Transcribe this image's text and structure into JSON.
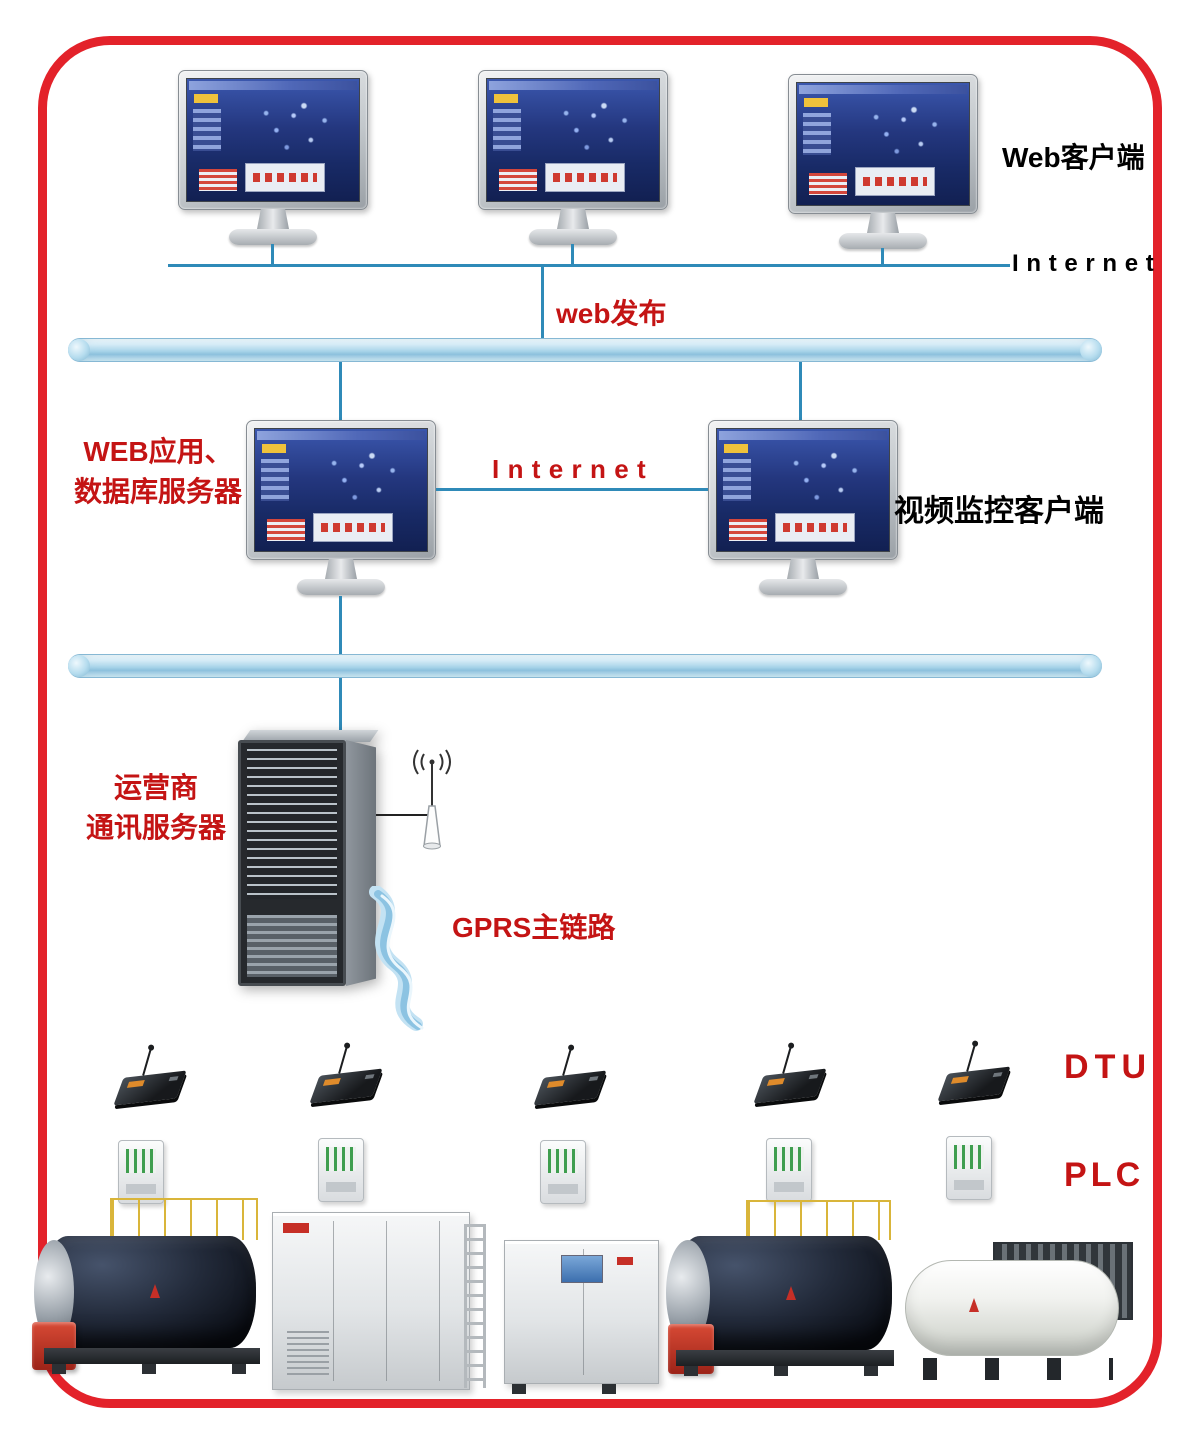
{
  "colors": {
    "border_red": "#e3222a",
    "label_red": "#c41414",
    "label_black": "#000000",
    "line_blue": "#2f8ab8",
    "pipe_blue": "#a8d4e9",
    "screen_navy": "#24377f"
  },
  "labels": {
    "web_client": "Web客户端",
    "internet_top": "Internet",
    "web_publish": "web发布",
    "web_app_server_line1": "WEB应用、",
    "web_app_server_line2": "数据库服务器",
    "internet_mid": "Internet",
    "video_client": "视频监控客户端",
    "operator_server_line1": "运营商",
    "operator_server_line2": "通讯服务器",
    "gprs_link": "GPRS主链路",
    "dtu": "DTU",
    "plc": "PLC"
  }
}
